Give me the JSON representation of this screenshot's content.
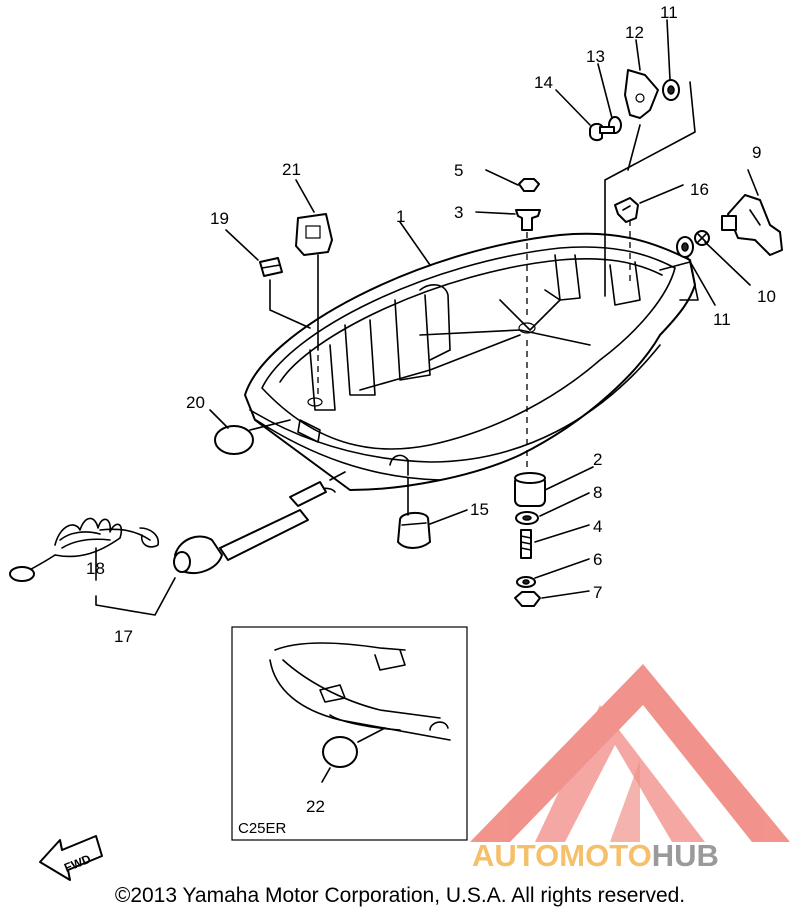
{
  "callouts": [
    "1",
    "2",
    "3",
    "4",
    "5",
    "6",
    "7",
    "8",
    "9",
    "10",
    "11",
    "11",
    "12",
    "13",
    "14",
    "15",
    "16",
    "17",
    "18",
    "19",
    "20",
    "21",
    "22"
  ],
  "inset_label": "C25ER",
  "fwd_label": "FWD",
  "watermark": {
    "part1": "AUTOMOTO",
    "part2": "HUB",
    "color1": "#f5c06a",
    "color2": "#9a9a9a",
    "logo_color": "#f08078"
  },
  "copyright": "©2013 Yamaha Motor Corporation, U.S.A. All rights reserved."
}
